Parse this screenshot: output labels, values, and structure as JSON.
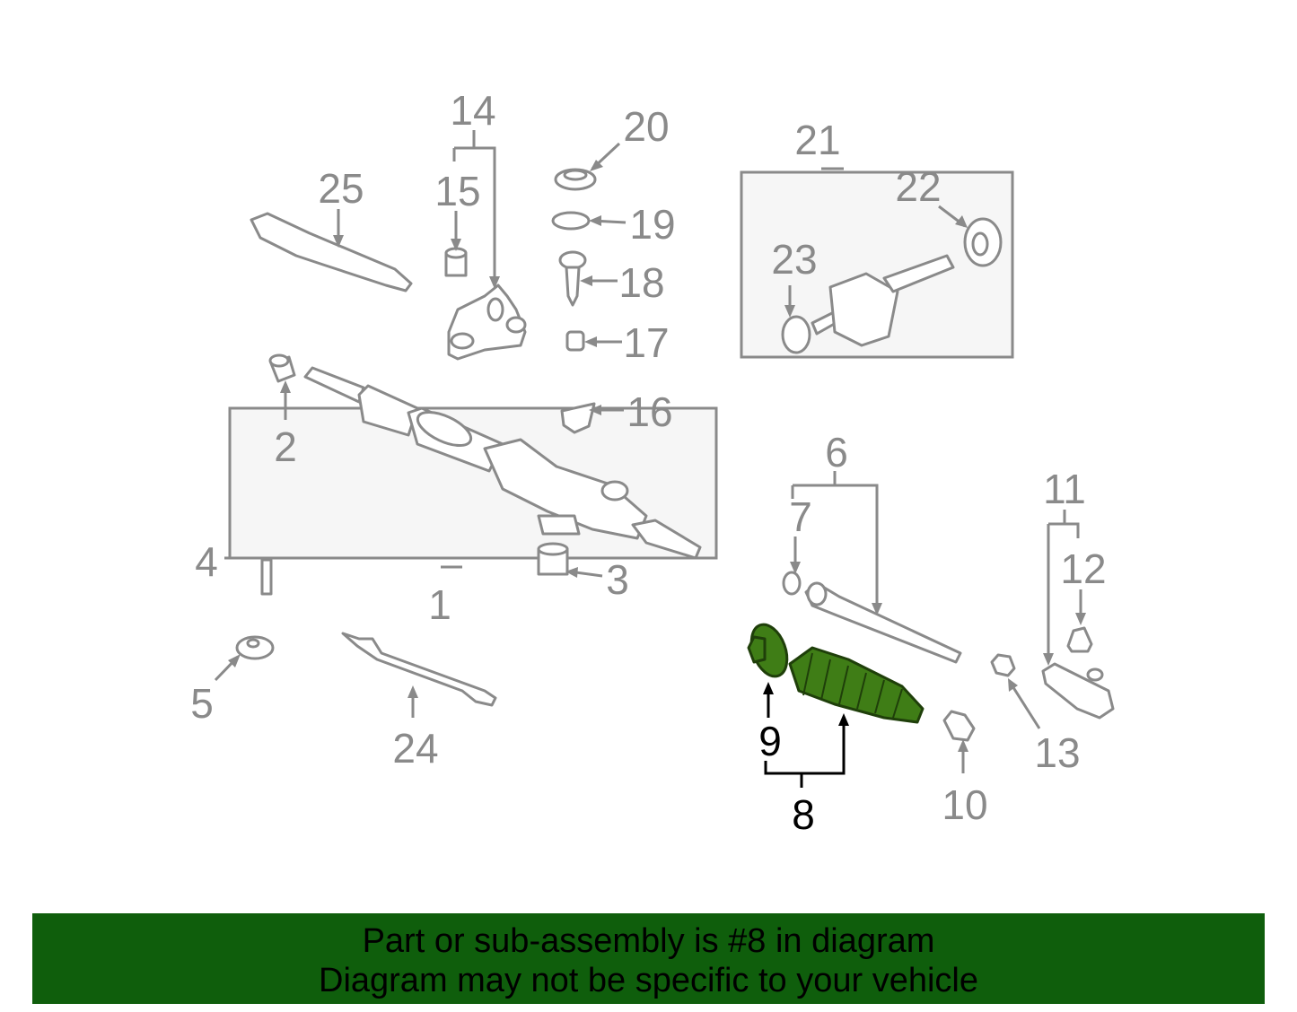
{
  "callouts": {
    "c1": "1",
    "c2": "2",
    "c3": "3",
    "c4": "4",
    "c5": "5",
    "c6": "6",
    "c7": "7",
    "c8": "8",
    "c9": "9",
    "c10": "10",
    "c11": "11",
    "c12": "12",
    "c13": "13",
    "c14": "14",
    "c15": "15",
    "c16": "16",
    "c17": "17",
    "c18": "18",
    "c19": "19",
    "c20": "20",
    "c21": "21",
    "c22": "22",
    "c23": "23",
    "c24": "24",
    "c25": "25"
  },
  "highlighted_callout": "8",
  "colors": {
    "highlight": "#3f7d16",
    "banner": "#0f5e0c",
    "part_stroke": "#8a8a8a"
  },
  "banner": {
    "line1": "Part or sub-assembly is #8 in diagram",
    "line2": "Diagram may not be specific to your vehicle"
  }
}
